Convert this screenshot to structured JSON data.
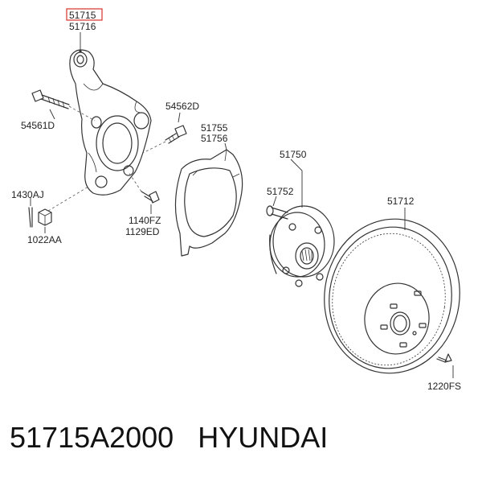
{
  "labels": {
    "knuckle_highlight": "51715",
    "knuckle_alt": "51716",
    "bolt_left": "54561D",
    "bolt_right": "54562D",
    "shield_a": "51755",
    "shield_b": "51756",
    "hub_assy": "51750",
    "hub_bolt": "51752",
    "disc": "51712",
    "pin": "1430AJ",
    "nut": "1022AA",
    "bolt_lower_a": "1140FZ",
    "bolt_lower_b": "1129ED",
    "screw": "1220FS"
  },
  "caption": {
    "part_number": "51715A2000",
    "brand": "HYUNDAI"
  },
  "colors": {
    "highlight_box": "#d9322b",
    "line": "#333333"
  }
}
